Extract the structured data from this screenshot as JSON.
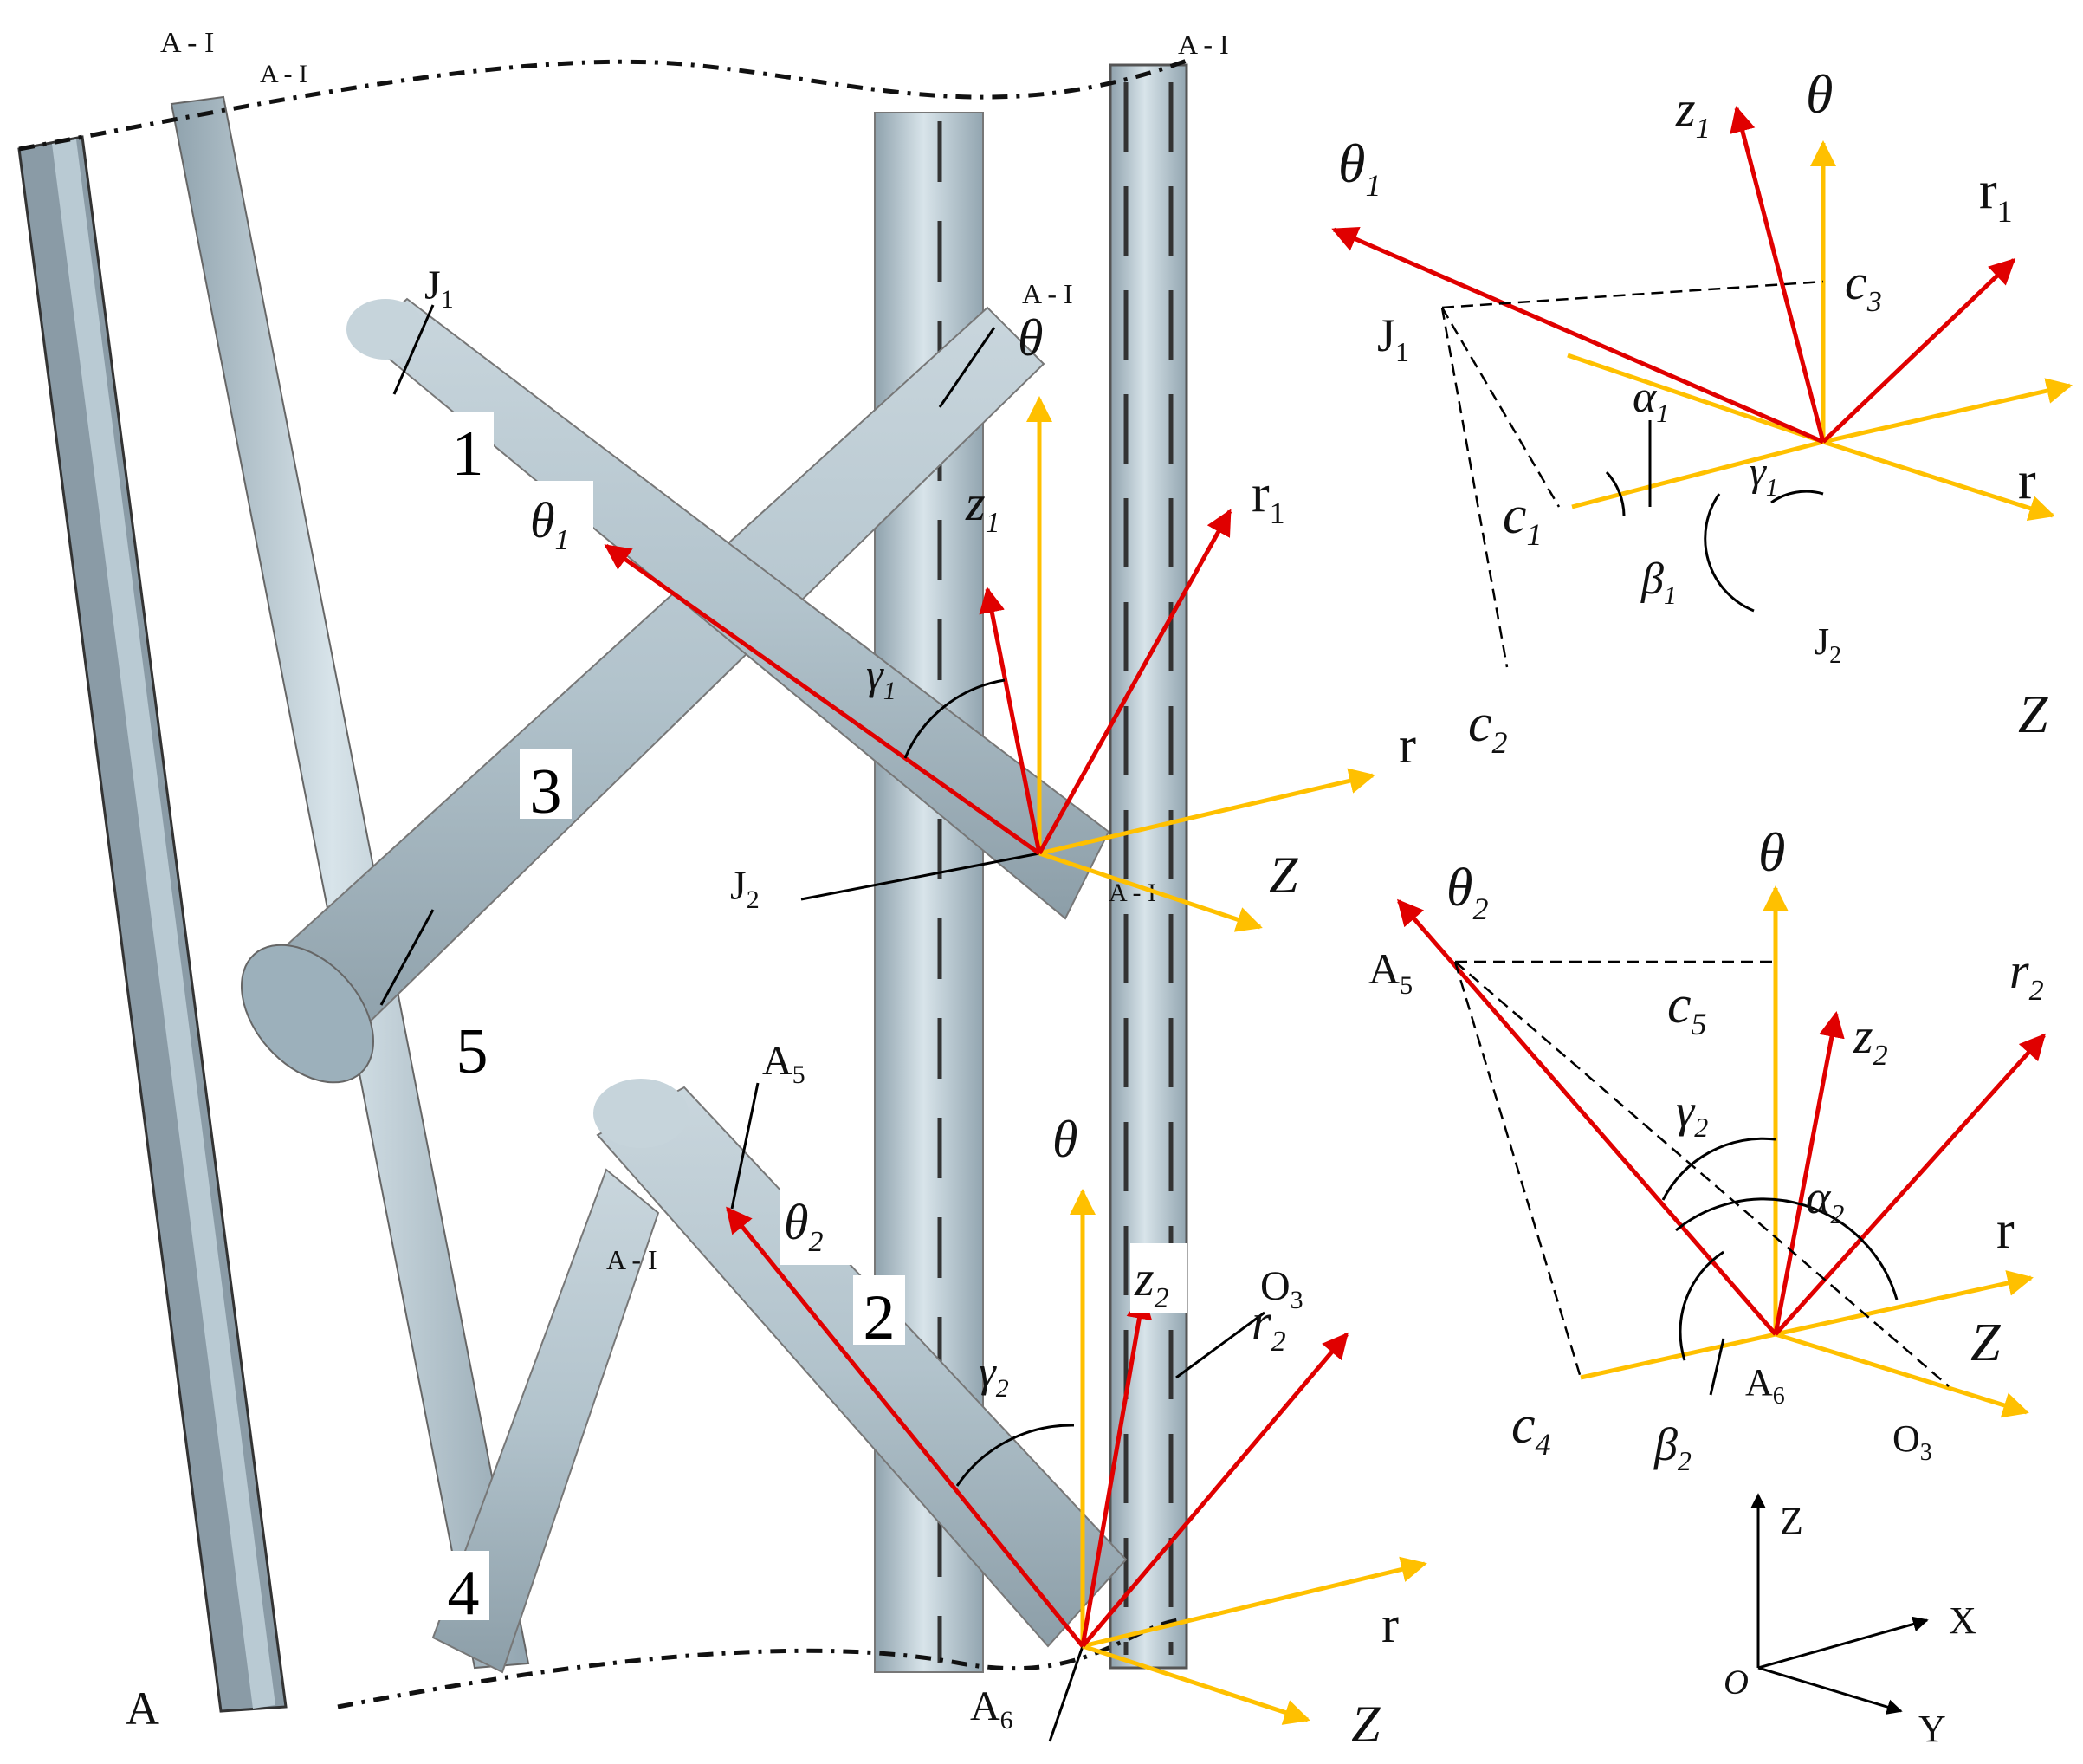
{
  "colors": {
    "global_axis": "#FFC000",
    "local_axis": "#E00000",
    "strut_fill": "#B4C6D0",
    "strut_dark": "#8A9BA6",
    "background": "#FFFFFF"
  },
  "model": {
    "strut_numbers": [
      "1",
      "2",
      "3",
      "4",
      "5"
    ],
    "section_tags": [
      "A - I",
      "A - I",
      "A - I",
      "A - I",
      "A - I",
      "A - I"
    ],
    "corner_label": "A",
    "points": {
      "J1": {
        "main": "J",
        "sub": "1"
      },
      "J2": {
        "main": "J",
        "sub": "2"
      },
      "A5": {
        "main": "A",
        "sub": "5"
      },
      "A6": {
        "main": "A",
        "sub": "6"
      },
      "O3": {
        "main": "O",
        "sub": "3"
      }
    },
    "frame_upper": {
      "theta": "θ",
      "r": "r",
      "z": "Z",
      "theta1": {
        "main": "θ",
        "sub": "1"
      },
      "z1": {
        "main": "z",
        "sub": "1"
      },
      "r1": {
        "main": "r",
        "sub": "1"
      },
      "gamma1": {
        "main": "γ",
        "sub": "1"
      }
    },
    "frame_lower": {
      "theta": "θ",
      "r": "r",
      "z": "Z",
      "theta2": {
        "main": "θ",
        "sub": "2"
      },
      "z2": {
        "main": "z",
        "sub": "2"
      },
      "r2": {
        "main": "r",
        "sub": "2"
      },
      "gamma2": {
        "main": "γ",
        "sub": "2"
      }
    }
  },
  "diagram_top": {
    "theta": "θ",
    "r": "r",
    "z": "Z",
    "theta1": {
      "main": "θ",
      "sub": "1"
    },
    "z1": {
      "main": "z",
      "sub": "1"
    },
    "r1": {
      "main": "r",
      "sub": "1"
    },
    "J1": {
      "main": "J",
      "sub": "1"
    },
    "J2": {
      "main": "J",
      "sub": "2"
    },
    "c1": {
      "main": "c",
      "sub": "1"
    },
    "c2": {
      "main": "c",
      "sub": "2"
    },
    "c3": {
      "main": "c",
      "sub": "3"
    },
    "alpha1": {
      "main": "α",
      "sub": "1"
    },
    "beta1": {
      "main": "β",
      "sub": "1"
    },
    "gamma1": {
      "main": "γ",
      "sub": "1"
    }
  },
  "diagram_bottom": {
    "theta": "θ",
    "r": "r",
    "z": "Z",
    "theta2": {
      "main": "θ",
      "sub": "2"
    },
    "z2": {
      "main": "z",
      "sub": "2"
    },
    "r2": {
      "main": "r",
      "sub": "2"
    },
    "A5": {
      "main": "A",
      "sub": "5"
    },
    "A6": {
      "main": "A",
      "sub": "6"
    },
    "O3": {
      "main": "O",
      "sub": "3"
    },
    "c4": {
      "main": "c",
      "sub": "4"
    },
    "c5": {
      "main": "c",
      "sub": "5"
    },
    "alpha2": {
      "main": "α",
      "sub": "2"
    },
    "beta2": {
      "main": "β",
      "sub": "2"
    },
    "gamma2": {
      "main": "γ",
      "sub": "2"
    }
  },
  "global_axes": {
    "z": "Z",
    "x": "X",
    "y": "Y",
    "origin": "O"
  }
}
